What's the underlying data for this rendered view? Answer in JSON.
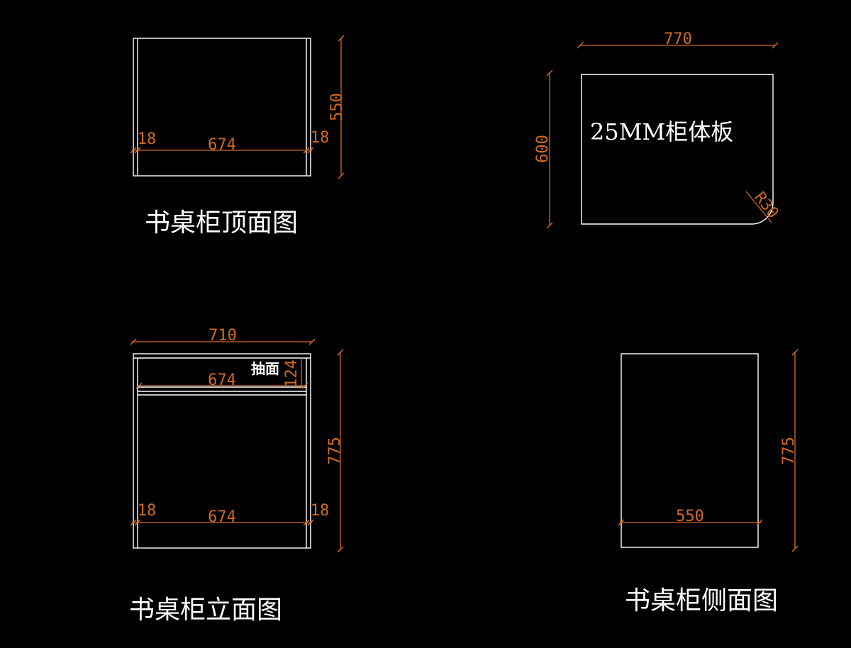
{
  "views": {
    "top": {
      "title": "书桌柜顶面图",
      "dims": {
        "depth": "550",
        "left_side": "18",
        "inner_width": "674",
        "right_side": "18"
      }
    },
    "panel": {
      "note": "25MM柜体板",
      "dims": {
        "width": "770",
        "depth": "600",
        "corner_radius": "R30"
      }
    },
    "front": {
      "title": "书桌柜立面图",
      "drawer_label": "抽面",
      "dims": {
        "overall_width": "710",
        "drawer_width": "674",
        "drawer_height": "124",
        "height": "775",
        "left_side": "18",
        "inner_width": "674",
        "right_side": "18"
      }
    },
    "side": {
      "title": "书桌柜侧面图",
      "dims": {
        "height": "775",
        "depth": "550"
      }
    }
  },
  "colors": {
    "background": "#000000",
    "lines": "#ffffff",
    "dimensions": "#d2691e"
  }
}
